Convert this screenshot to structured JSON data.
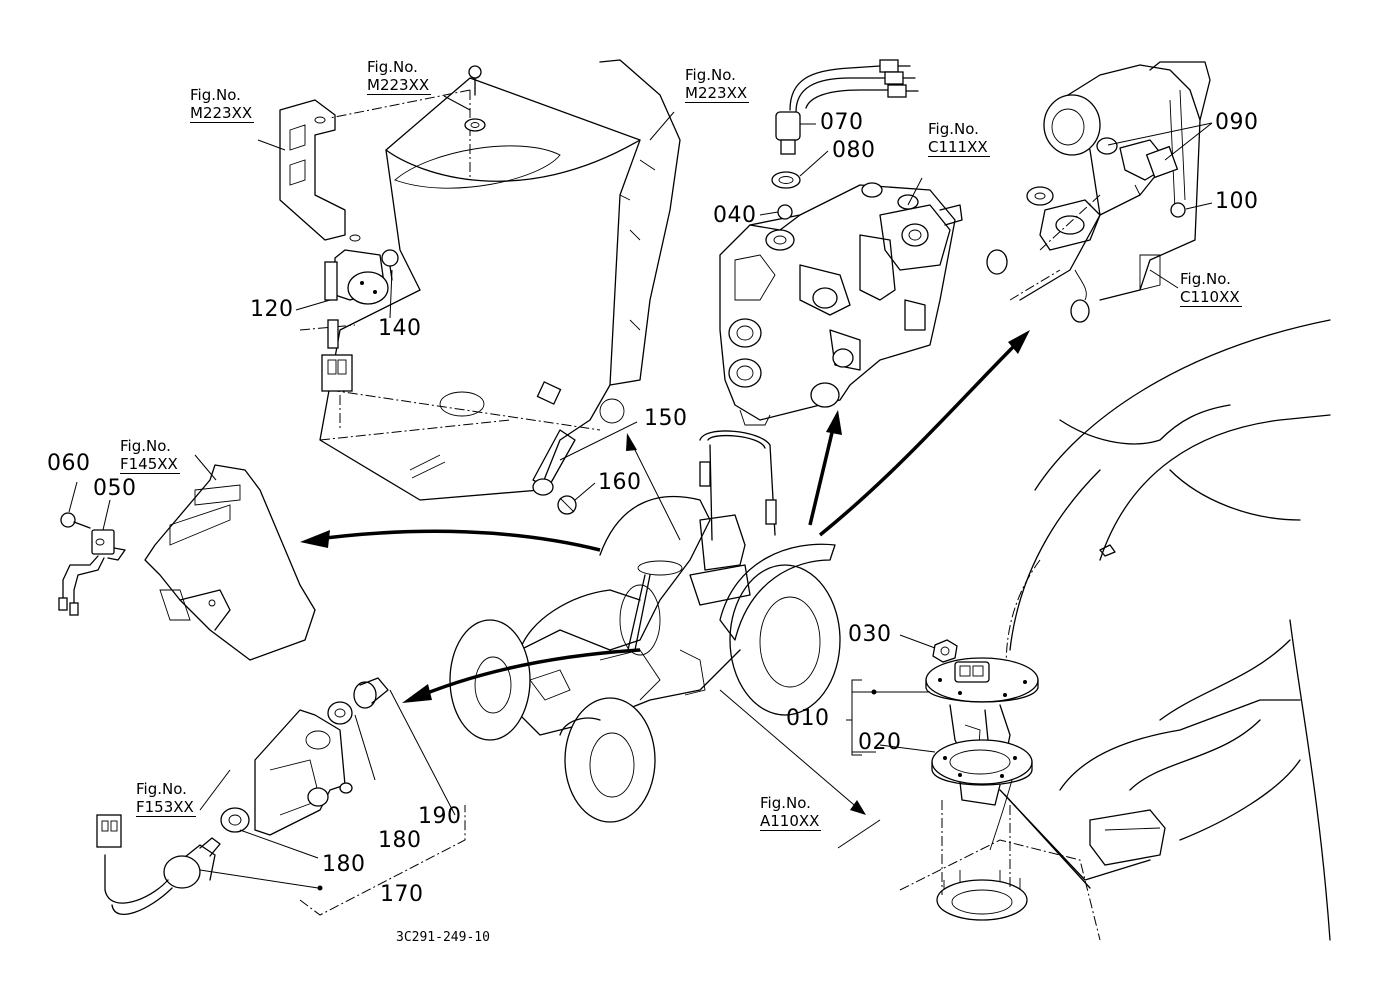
{
  "figure_refs": [
    {
      "id": "m223-left",
      "prefix": "Fig.No.",
      "code": "M223XX"
    },
    {
      "id": "m223-mid",
      "prefix": "Fig.No.",
      "code": "M223XX"
    },
    {
      "id": "m223-right",
      "prefix": "Fig.No.",
      "code": "M223XX"
    },
    {
      "id": "c111",
      "prefix": "Fig.No.",
      "code": "C111XX"
    },
    {
      "id": "c110",
      "prefix": "Fig.No.",
      "code": "C110XX"
    },
    {
      "id": "f145",
      "prefix": "Fig.No.",
      "code": "F145XX"
    },
    {
      "id": "f153",
      "prefix": "Fig.No.",
      "code": "F153XX"
    },
    {
      "id": "a110",
      "prefix": "Fig.No.",
      "code": "A110XX"
    }
  ],
  "part_numbers": {
    "p010": "010",
    "p020": "020",
    "p030": "030",
    "p040": "040",
    "p050": "050",
    "p060": "060",
    "p070": "070",
    "p080": "080",
    "p090": "090",
    "p100": "100",
    "p120": "120",
    "p140": "140",
    "p150": "150",
    "p160": "160",
    "p170": "170",
    "p180a": "180",
    "p180b": "180",
    "p190": "190"
  },
  "drawing_code": "3C291-249-10"
}
